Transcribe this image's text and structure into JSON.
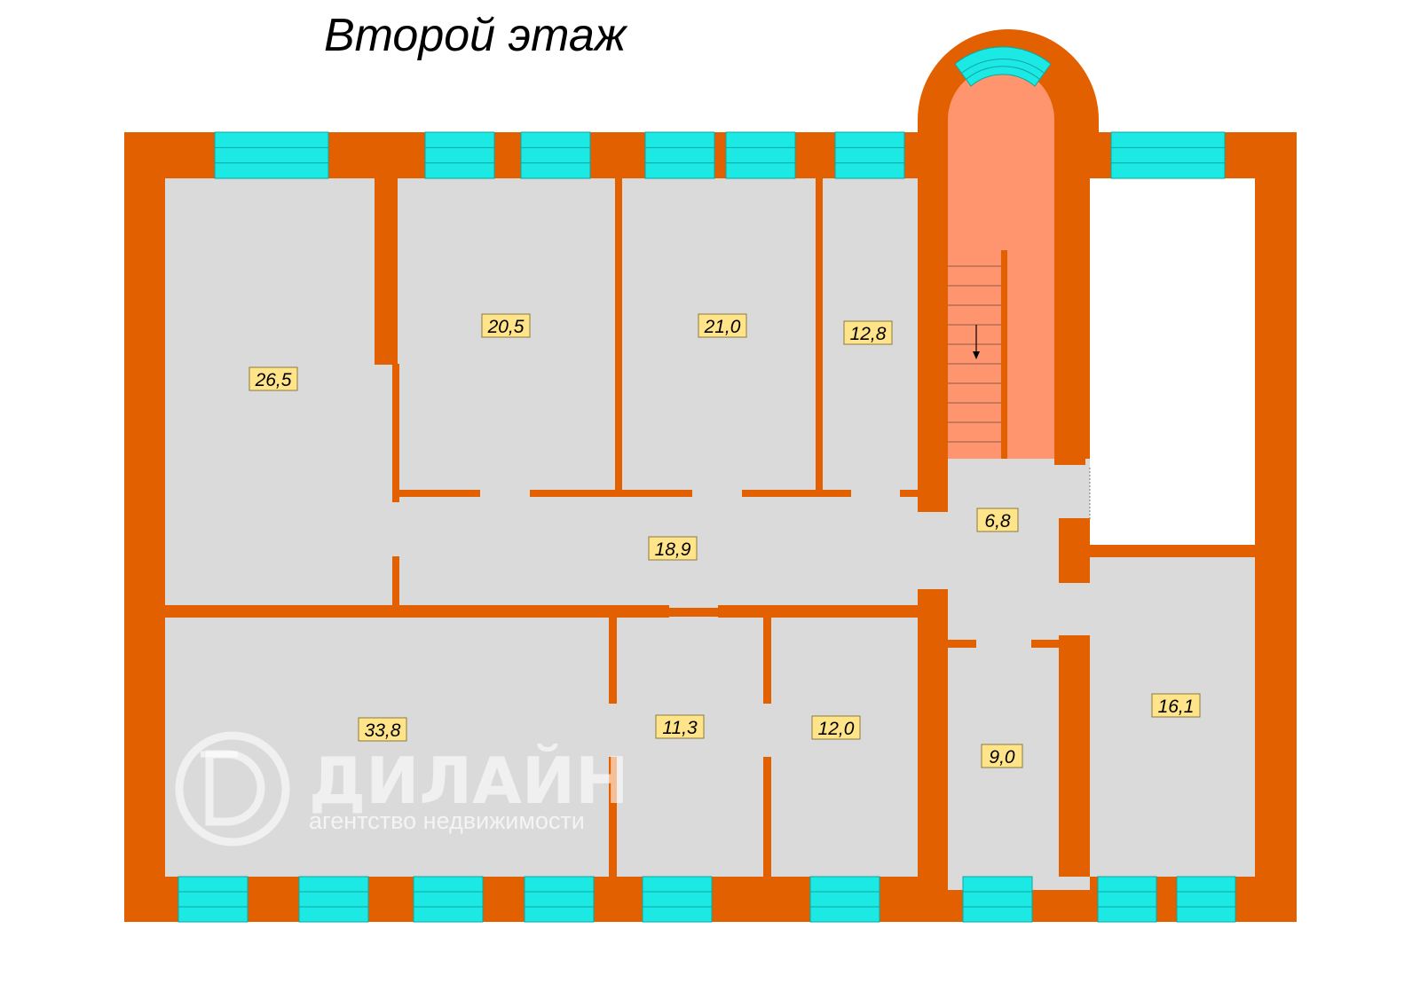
{
  "title": "Второй этаж",
  "colors": {
    "wall": "#e36000",
    "floor": "#dadada",
    "window": "#1de9e4",
    "stair": "#ff956e",
    "label_bg": "#ffe48a"
  },
  "rooms": [
    {
      "id": "room-26-5",
      "area": "26,5"
    },
    {
      "id": "room-20-5",
      "area": "20,5"
    },
    {
      "id": "room-21-0",
      "area": "21,0"
    },
    {
      "id": "room-12-8",
      "area": "12,8"
    },
    {
      "id": "room-18-9",
      "area": "18,9"
    },
    {
      "id": "room-6-8",
      "area": "6,8"
    },
    {
      "id": "room-33-8",
      "area": "33,8"
    },
    {
      "id": "room-11-3",
      "area": "11,3"
    },
    {
      "id": "room-12-0",
      "area": "12,0"
    },
    {
      "id": "room-9-0",
      "area": "9,0"
    },
    {
      "id": "room-16-1",
      "area": "16,1"
    }
  ],
  "watermark": {
    "brand": "ДИЛАЙН",
    "tagline": "агентство недвижимости"
  }
}
